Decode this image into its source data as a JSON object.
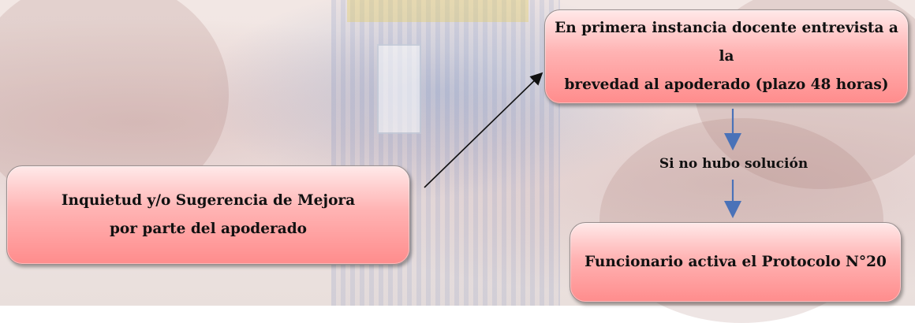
{
  "diagram": {
    "nodes": {
      "left": {
        "line1": "Inquietud y/o Sugerencia de Mejora",
        "line2": "por parte del apoderado"
      },
      "top": {
        "line1": "En primera instancia docente entrevista a la",
        "line2": "brevedad al apoderado (plazo 48 horas)"
      },
      "condition": "Si no hubo solución",
      "bottom": "Funcionario activa el Protocolo N°20"
    },
    "edges": [
      {
        "from": "left",
        "to": "top"
      },
      {
        "from": "top",
        "to": "condition"
      },
      {
        "from": "condition",
        "to": "bottom"
      }
    ],
    "colors": {
      "box_fill_top": "#ffe9e9",
      "box_fill_bottom": "#ff8c8c",
      "arrow_blue": "#4a72b8",
      "arrow_black": "#111111"
    }
  }
}
